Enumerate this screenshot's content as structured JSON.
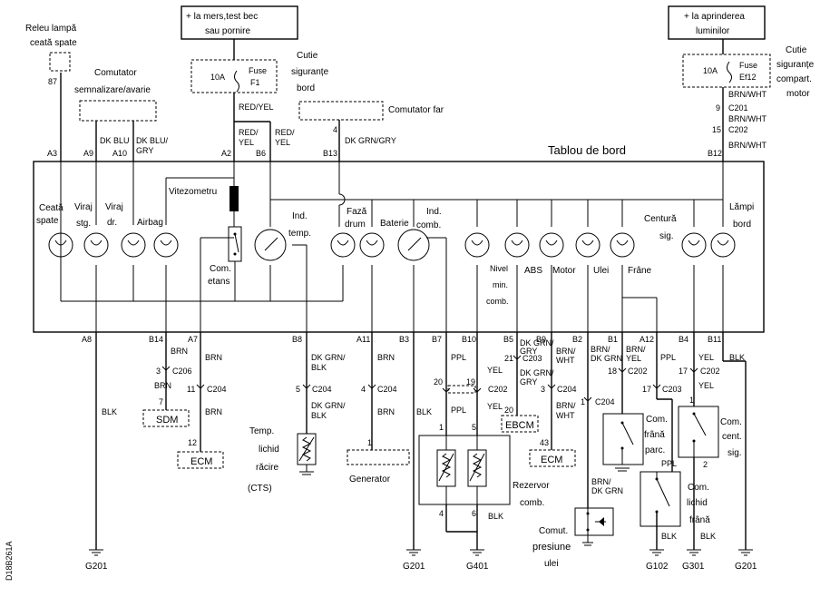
{
  "top_boxes": {
    "ignition": [
      "+ la mers,test bec",
      "sau pornire"
    ],
    "lights": [
      "+ la aprinderea",
      "luminilor"
    ]
  },
  "labels": {
    "relay_fog": [
      "Releu lampă",
      "ceată spate"
    ],
    "relay_pin": "87",
    "hazard_switch": [
      "Comutator",
      "semnalizare/avarie"
    ],
    "fuse_box_dash": [
      "Cutie",
      "siguranțe",
      "bord"
    ],
    "fuse_f1": [
      "10A",
      "Fuse",
      "F1"
    ],
    "fuse_ef12": [
      "10A",
      "Fuse",
      "Ef12"
    ],
    "fuse_box_engine": [
      "Cutie",
      "siguranțe",
      "compart.",
      "motor"
    ],
    "headlight_switch": "Comutator far",
    "cluster_title": "Tablou de bord",
    "speedometer": "Vitezometru",
    "immobilizer": [
      "Com.",
      "etans"
    ],
    "temp_ind": [
      "Ind.",
      "temp."
    ],
    "fuel_ind": [
      "Ind.",
      "comb."
    ],
    "fog_rear": [
      "Ceată",
      "spate"
    ],
    "turn_left": [
      "Viraj",
      "stg."
    ],
    "turn_right": [
      "Viraj",
      "dr."
    ],
    "airbag": "Airbag",
    "high_beam": [
      "Fază",
      "drum"
    ],
    "battery": "Baterie",
    "min_fuel": [
      "Nivel",
      "min.",
      "comb."
    ],
    "abs": "ABS",
    "engine": "Motor",
    "oil": "Ulei",
    "brakes": "Frâne",
    "seatbelt": [
      "Centură",
      "sig."
    ],
    "lamps": [
      "Lămpi",
      "bord"
    ],
    "sdm": "SDM",
    "ecm": "ECM",
    "ebcm": "EBCM",
    "cts": [
      "Temp.",
      "lichid",
      "răcire",
      "(CTS)"
    ],
    "generator": "Generator",
    "fuel_tank": [
      "Rezervor",
      "comb."
    ],
    "oil_pressure": [
      "Comut.",
      "presiune",
      "ulei"
    ],
    "park_brake": [
      "Com.",
      "frână",
      "parc."
    ],
    "brake_fluid": [
      "Com.",
      "lichid",
      "frână"
    ],
    "seatbelt_sw": [
      "Com.",
      "cent.",
      "sig."
    ],
    "side_code": "D18B261A"
  },
  "pins_top": [
    "A3",
    "A9",
    "A10",
    "A2",
    "B6",
    "B13",
    "B12"
  ],
  "pins_bottom": [
    "A8",
    "B14",
    "A7",
    "B8",
    "A11",
    "B3",
    "B7",
    "B10",
    "B5",
    "B9",
    "B2",
    "B1",
    "A12",
    "B4",
    "B11"
  ],
  "wires": {
    "red_yel": "RED/YEL",
    "red_yel_split": [
      "RED/",
      "YEL"
    ],
    "dk_blu": "DK BLU",
    "dk_blu_gry": [
      "DK BLU/",
      "GRY"
    ],
    "dk_grn_gry": "DK GRN/GRY",
    "brn_wht": "BRN/WHT",
    "brn": "BRN",
    "blk": "BLK",
    "dk_grn_blk": [
      "DK GRN/",
      "BLK"
    ],
    "ppl": "PPL",
    "yel": "YEL",
    "dk_grn_gry_v": [
      "DK GRN/",
      "GRY"
    ],
    "brn_wht_v": [
      "BRN/",
      "WHT"
    ],
    "brn_dk_grn": [
      "BRN/",
      "DK GRN"
    ],
    "brn_yel": [
      "BRN/",
      "YEL"
    ]
  },
  "connectors": [
    "C201",
    "C202",
    "C206",
    "C204",
    "C203"
  ],
  "grounds": [
    "G201",
    "G201",
    "G401",
    "G102",
    "G301",
    "G201"
  ],
  "connector_pins": [
    "9",
    "15",
    "4",
    "3",
    "7",
    "11",
    "12",
    "5",
    "1",
    "20",
    "19",
    "21",
    "43",
    "18",
    "17",
    "1",
    "2",
    "6"
  ]
}
